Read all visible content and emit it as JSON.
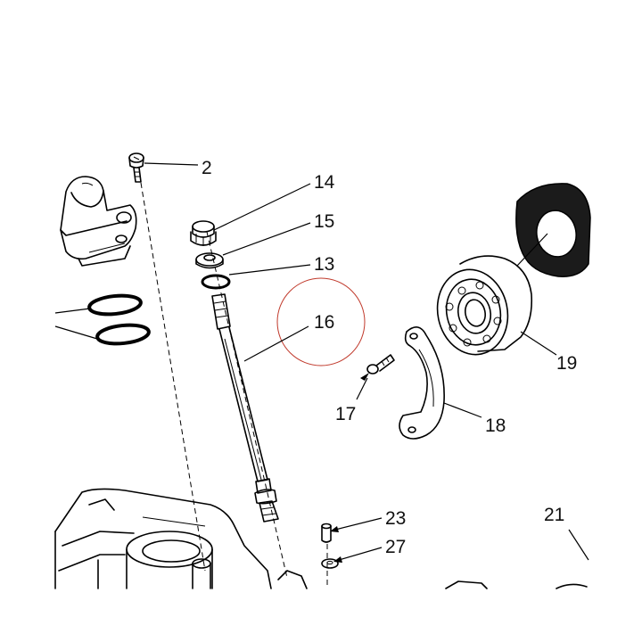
{
  "callouts": [
    {
      "id": "2",
      "label": "2"
    },
    {
      "id": "14",
      "label": "14"
    },
    {
      "id": "15",
      "label": "15"
    },
    {
      "id": "13",
      "label": "13"
    },
    {
      "id": "16",
      "label": "16"
    },
    {
      "id": "19",
      "label": "19"
    },
    {
      "id": "17",
      "label": "17"
    },
    {
      "id": "18",
      "label": "18"
    },
    {
      "id": "23",
      "label": "23"
    },
    {
      "id": "27",
      "label": "27"
    },
    {
      "id": "21",
      "label": "21"
    }
  ],
  "colors": {
    "line": "#000000",
    "highlight-circle": "#c0392b",
    "background": "#ffffff"
  }
}
